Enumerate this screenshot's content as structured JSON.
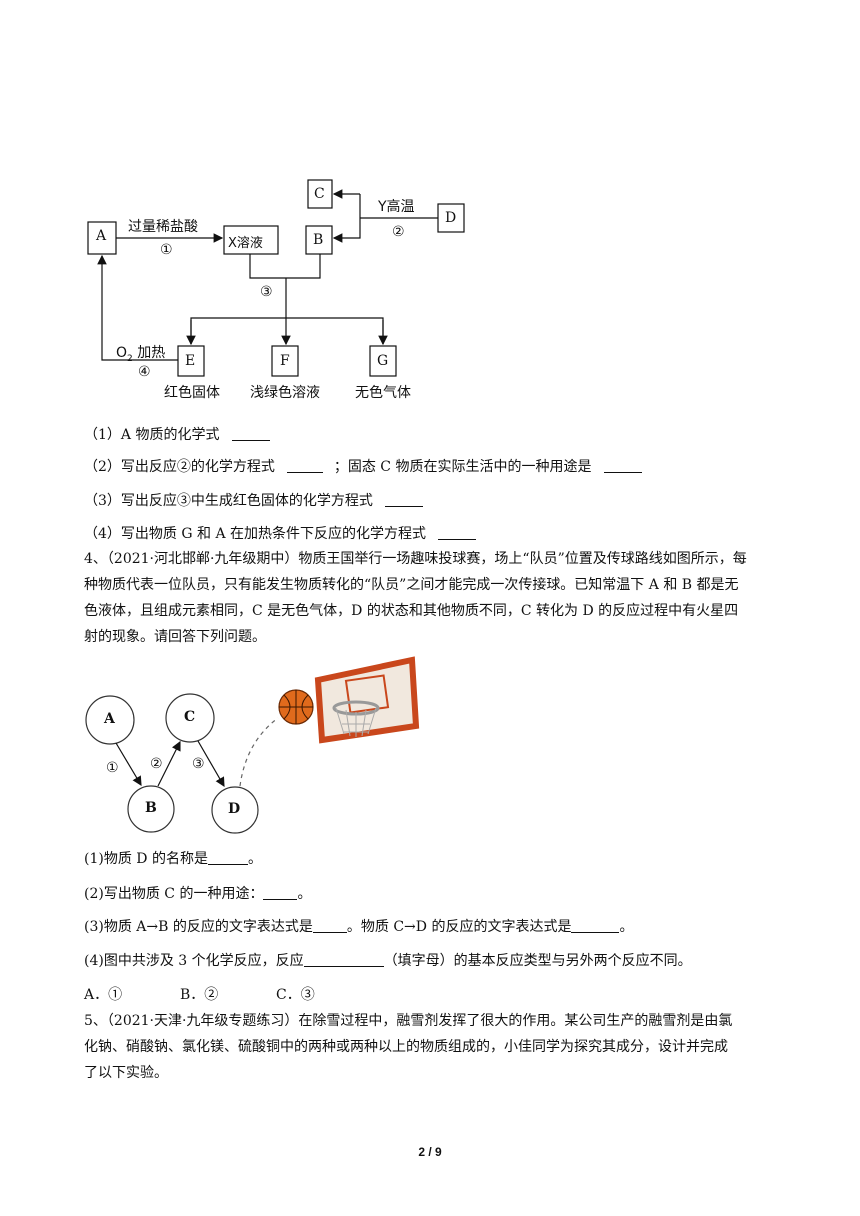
{
  "diagram1": {
    "boxes": {
      "A": "A",
      "X": "X溶液",
      "B": "B",
      "C": "C",
      "D": "D",
      "E": "E",
      "F": "F",
      "G": "G"
    },
    "labels": {
      "excess_acid": "过量稀盐酸",
      "step1": "①",
      "y_high_temp": "Y高温",
      "step2": "②",
      "step3": "③",
      "o2": "O",
      "o2_sub": "2",
      "heat": "加热",
      "step4": "④",
      "red_solid": "红色固体",
      "light_green_solution": "浅绿色溶液",
      "colorless_gas": "无色气体"
    }
  },
  "q3": {
    "l1": "（1）A 物质的化学式",
    "l2a": "（2）写出反应②的化学方程式",
    "l2b": "；固态 C 物质在实际生活中的一种用途是",
    "l3": "（3）写出反应③中生成红色固体的化学方程式",
    "l4": "（4）写出物质 G 和 A 在加热条件下反应的化学方程式"
  },
  "q4": {
    "intro_l1": "4、（2021·河北邯郸·九年级期中）物质王国举行一场趣味投球赛，场上“队员”位置及传球路线如图所示，每",
    "intro_l2": "种物质代表一位队员，只有能发生物质转化的“队员”之间才能完成一次传接球。已知常温下 A 和 B 都是无",
    "intro_l3": "色液体，且组成元素相同，C 是无色气体，D 的状态和其他物质不同，C 转化为 D 的反应过程中有火星四",
    "intro_l4": "射的现象。请回答下列问题。",
    "circles": {
      "A": "A",
      "B": "B",
      "C": "C",
      "D": "D"
    },
    "steps": {
      "s1": "①",
      "s2": "②",
      "s3": "③"
    },
    "sub1a": "(1)物质 D 的名称是",
    "sub1b": "。",
    "sub2a": "(2)写出物质 C 的一种用途：",
    "sub2b": "。",
    "sub3a": "(3)物质 A→B 的反应的文字表达式是",
    "sub3b": "。物质 C→D 的反应的文字表达式是",
    "sub3c": "。",
    "sub4a": "(4)图中共涉及 3 个化学反应，反应",
    "sub4b": "（填字母）的基本反应类型与另外两个反应不同。",
    "optA": "A．①",
    "optB": "B．②",
    "optC": "C．③"
  },
  "q5": {
    "l1": "5、（2021·天津·九年级专题练习）在除雪过程中，融雪剂发挥了很大的作用。某公司生产的融雪剂是由氯",
    "l2": "化钠、硝酸钠、氯化镁、硫酸铜中的两种或两种以上的物质组成的，小佳同学为探究其成分，设计并完成",
    "l3": "了以下实验。"
  },
  "page_number": "2 / 9"
}
